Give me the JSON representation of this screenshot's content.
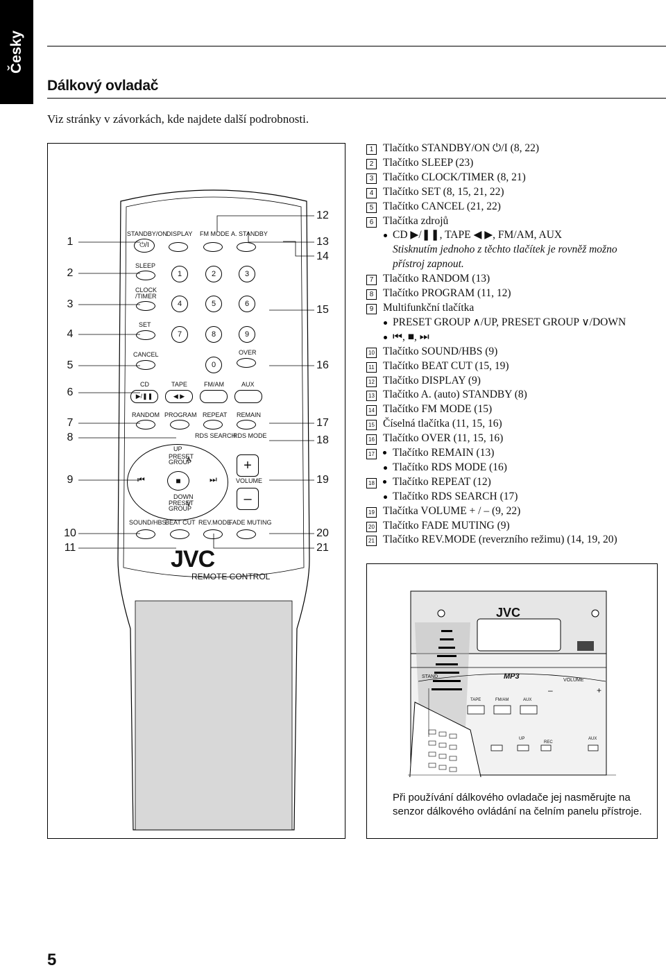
{
  "side_tab": "Česky",
  "heading": "Dálkový ovladač",
  "intro": "Viz stránky v závorkách, kde najdete další podrobnosti.",
  "page_number": "5",
  "remote": {
    "brand": "JVC",
    "caption": "REMOTE CONTROL",
    "labels": {
      "standby_on": "STANDBY/ON",
      "display": "DISPLAY",
      "fm_mode": "FM MODE",
      "a_standby": "A. STANDBY",
      "sleep": "SLEEP",
      "clock_timer_1": "CLOCK",
      "clock_timer_2": "/TIMER",
      "set": "SET",
      "cancel": "CANCEL",
      "over": "OVER",
      "cd": "CD",
      "tape": "TAPE",
      "fm_am": "FM/AM",
      "aux": "AUX",
      "random": "RANDOM",
      "program": "PROGRAM",
      "repeat": "REPEAT",
      "remain": "REMAIN",
      "rds_search": "RDS SEARCH",
      "rds_mode": "RDS MODE",
      "up": "UP",
      "preset": "PRESET",
      "group": "GROUP",
      "down": "DOWN",
      "volume": "VOLUME",
      "sound_hbs": "SOUND/HBS",
      "beat_cut": "BEAT CUT",
      "rev_mode": "REV.MODE",
      "fade_muting": "FADE MUTING",
      "k1": "1",
      "k2": "2",
      "k3": "3",
      "k4": "4",
      "k5": "5",
      "k6": "6",
      "k7": "7",
      "k8": "8",
      "k9": "9",
      "k0": "0",
      "power_glyph": "⏻/I",
      "cd_glyph": "▶/❚❚",
      "tape_glyph": "◀ ▶",
      "stop_glyph": "■",
      "prev_glyph": "⏮",
      "next_glyph": "⏭",
      "plus": "+",
      "minus": "–"
    },
    "callouts_left": [
      "1",
      "2",
      "3",
      "4",
      "5",
      "6",
      "7",
      "8",
      "9",
      "10",
      "11"
    ],
    "callouts_right": [
      "12",
      "13",
      "14",
      "15",
      "16",
      "17",
      "18",
      "19",
      "20",
      "21"
    ]
  },
  "items": [
    {
      "n": "1",
      "text": "Tlačítko STANDBY/ON ⏻/I (8, 22)"
    },
    {
      "n": "2",
      "text": "Tlačítko SLEEP (23)"
    },
    {
      "n": "3",
      "text": "Tlačítko CLOCK/TIMER (8, 21)"
    },
    {
      "n": "4",
      "text": "Tlačítko SET (8, 15, 21, 22)"
    },
    {
      "n": "5",
      "text": "Tlačítko CANCEL (21, 22)"
    },
    {
      "n": "6",
      "text": "Tlačítka zdrojů"
    },
    {
      "sub": "CD ▶/❚❚, TAPE ◀ ▶, FM/AM, AUX"
    },
    {
      "italic": "Stisknutím jednoho z těchto tlačítek je rovněž možno"
    },
    {
      "italic": "přístroj zapnout."
    },
    {
      "n": "7",
      "text": "Tlačítko RANDOM (13)"
    },
    {
      "n": "8",
      "text": "Tlačítko PROGRAM (11, 12)"
    },
    {
      "n": "9",
      "text": "Multifunkční tlačítka"
    },
    {
      "sub": "PRESET GROUP ∧/UP, PRESET GROUP ∨/DOWN"
    },
    {
      "sub": "⏮, ■, ⏭"
    },
    {
      "n": "10",
      "text": "Tlačítko SOUND/HBS (9)"
    },
    {
      "n": "11",
      "text": "Tlačítko BEAT CUT (15, 19)"
    },
    {
      "n": "12",
      "text": "Tlačítko DISPLAY (9)"
    },
    {
      "n": "13",
      "text": "Tlačítko A. (auto) STANDBY (8)"
    },
    {
      "n": "14",
      "text": "Tlačítko FM MODE (15)"
    },
    {
      "n": "15",
      "text": "Číselná tlačítka (11, 15, 16)"
    },
    {
      "n": "16",
      "text": "Tlačítko OVER (11, 15, 16)"
    },
    {
      "n": "17",
      "text": "Tlačítko REMAIN (13)",
      "bullet": true
    },
    {
      "sub": "Tlačítko RDS MODE (16)"
    },
    {
      "n": "18",
      "text": "Tlačítko REPEAT (12)",
      "bullet": true
    },
    {
      "sub": "Tlačítko RDS SEARCH (17)"
    },
    {
      "n": "19",
      "text": "Tlačítka VOLUME + / – (9, 22)"
    },
    {
      "n": "20",
      "text": "Tlačítko FADE MUTING (9)"
    },
    {
      "n": "21",
      "text": "Tlačítko REV.MODE (reverzního režimu) (14, 19, 20)"
    }
  ],
  "unit": {
    "brand": "JVC",
    "mp3": "MP3",
    "standby": "STAND",
    "volume": "VOLUME",
    "tape": "TAPE",
    "fm_am": "FM/AM",
    "aux": "AUX",
    "up": "UP",
    "rec": "REC",
    "aux2": "AUX",
    "minus": "–",
    "plus": "+"
  },
  "note": "Při používání dálkového ovladače jej nasměrujte na senzor dálkového ovládání na čelním panelu přístroje."
}
